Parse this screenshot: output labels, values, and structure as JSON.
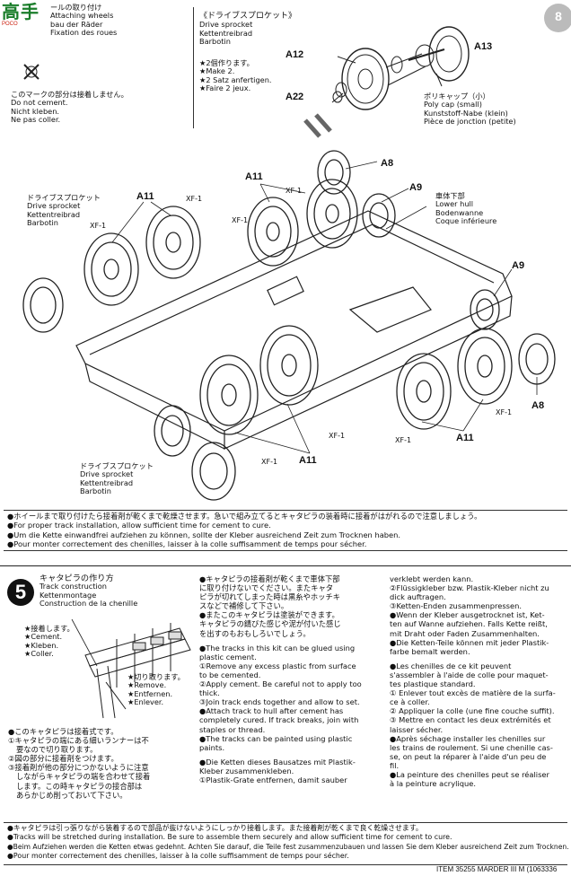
{
  "logo": {
    "text": "高手",
    "sub": "POCO"
  },
  "page_number": "8",
  "header_attach": [
    "ールの取り付け",
    "Attaching wheels",
    "bau der Räder",
    "Fixation des roues"
  ],
  "sprocket_title": [
    "《ドライブスプロケット》",
    "Drive sprocket",
    "Kettentreibrad",
    "Barbotin"
  ],
  "sprocket_make": [
    "★2個作ります。",
    "★Make 2.",
    "★2 Satz anfertigen.",
    "★Faire 2 jeux."
  ],
  "nocement_note": [
    "このマークの部分は接着しません。",
    "Do not cement.",
    "Nicht kleben.",
    "Ne pas coller."
  ],
  "polycap": [
    "ポリキャップ（小）",
    "Poly cap (small)",
    "Kunststoff-Nabe (klein)",
    "Pièce de jonction (petite)"
  ],
  "lowerhull": [
    "車体下部",
    "Lower hull",
    "Bodenwanne",
    "Coque inférieure"
  ],
  "sprocket_left": [
    "ドライブスプロケット",
    "Drive sprocket",
    "Kettentreibrad",
    "Barbotin"
  ],
  "sprocket_bottom": [
    "ドライブスプロケット",
    "Drive sprocket",
    "Kettentreibrad",
    "Barbotin"
  ],
  "parts": {
    "a13": "A13",
    "a12": "A12",
    "a22": "A22",
    "a8": "A8",
    "a9": "A9",
    "a11": "A11",
    "xf1": "XF-1"
  },
  "note_mid": [
    "●ホイールまで取り付けたら接着剤が乾くまで乾燥させます。急いで組み立てるとキャタピラの装着時に接着がはがれるので注意しましょう。",
    "●For proper track installation, allow sufficient time for cement to cure.",
    "●Um die Kette einwandfrei aufziehen zu können, sollte der Kleber ausreichend Zeit zum Trocknen haben.",
    "●Pour monter correctement des chenilles, laisser à la colle suffisamment de temps pour sécher."
  ],
  "step5": {
    "number": "5",
    "title": [
      "キャタピラの作り方",
      "Track construction",
      "Kettenmontage",
      "Construction de la chenille"
    ],
    "cement": [
      "★接着します。",
      "★Cement.",
      "★Kleben.",
      "★Coller."
    ],
    "remove": [
      "★切り取ります。",
      "★Remove.",
      "★Entfernen.",
      "★Enlever."
    ],
    "jp_left": [
      "●このキャタピラは接着式です。",
      "①キャタピラの端にある細いランナーは不",
      "要なので切り取ります。",
      "②図の部分に接着剤をつけます。",
      "③接着剤が他の部分につかないように注意",
      "しながらキャタピラの端を合わせて接着",
      "します。この時キャタピラの接合部は",
      "あらかじめ削っておいて下さい。"
    ],
    "col_mid": [
      "●キャタピラの接着剤が乾くまで車体下部",
      "に取り付けないでください。またキャタ",
      "ピラが切れてしまった時は黒糸やホッチキ",
      "スなどで補修して下さい。",
      "●またこのキャタピラは塗装ができます。",
      "キャタピラの錆びた感じや泥が付いた感じ",
      "を出すのもおもしろいでしょう。",
      "",
      "●The tracks in this kit can be glued using",
      "plastic cement.",
      "①Remove any excess plastic from surface",
      "to be cemented.",
      "②Apply cement. Be careful not to apply too",
      "thick.",
      "③Join track ends together and allow to set.",
      "●Attach track to hull after cement has",
      "completely cured. If track breaks, join with",
      "staples or thread.",
      "●The tracks can be painted using plastic",
      "paints.",
      "",
      "●Die Ketten dieses Bausatzes mit Plastik-",
      "Kleber zusammenkleben.",
      "①Plastik-Grate entfernen, damit sauber"
    ],
    "col_right": [
      "verklebt werden kann.",
      "②Flüssigkleber bzw. Plastik-Kleber nicht zu",
      "dick auftragen.",
      "③Ketten-Enden zusammenpressen.",
      "●Wenn der Kleber ausgetrocknet ist, Ket-",
      "ten auf Wanne aufziehen. Falls Kette reißt,",
      "mit Draht oder Faden Zusammenhalten.",
      "●Die Ketten-Teile können mit jeder Plastik-",
      "farbe bemalt werden.",
      "",
      "●Les chenilles de ce kit peuvent",
      "s'assembler à l'aide de colle pour maquet-",
      "tes plastique standard.",
      "① Enlever tout excès de matière de la surfa-",
      "ce à coller.",
      "② Appliquer la colle (une fine couche suffit).",
      "③ Mettre en contact les deux extrémités et",
      "laisser sécher.",
      "●Après séchage installer les chenilles sur",
      "les trains de roulement. Si une chenille cas-",
      "se, on peut la réparer à l'aide d'un peu de",
      "fil.",
      "●La peinture des chenilles peut se réaliser",
      "à la peinture acrylique."
    ]
  },
  "note_bottom": [
    "●キャタピラは引っ張りながら装着するので部品が抜けないようにしっかり接着します。また接着剤が乾くまで良く乾燥させます。",
    "●Tracks will be stretched during installation. Be sure to assemble them securely and allow sufficient time for cement to cure.",
    "●Beim Aufziehen werden die Ketten etwas gedehnt. Achten Sie darauf, die Teile fest zusammenzubauen und lassen Sie dem Kleber ausreichend Zeit zum Trocknen.",
    "●Pour monter correctement des chenilles, laisser à la colle suffisamment de temps pour sécher."
  ],
  "footer": "ITEM 35255  MARDER III M (1063336"
}
